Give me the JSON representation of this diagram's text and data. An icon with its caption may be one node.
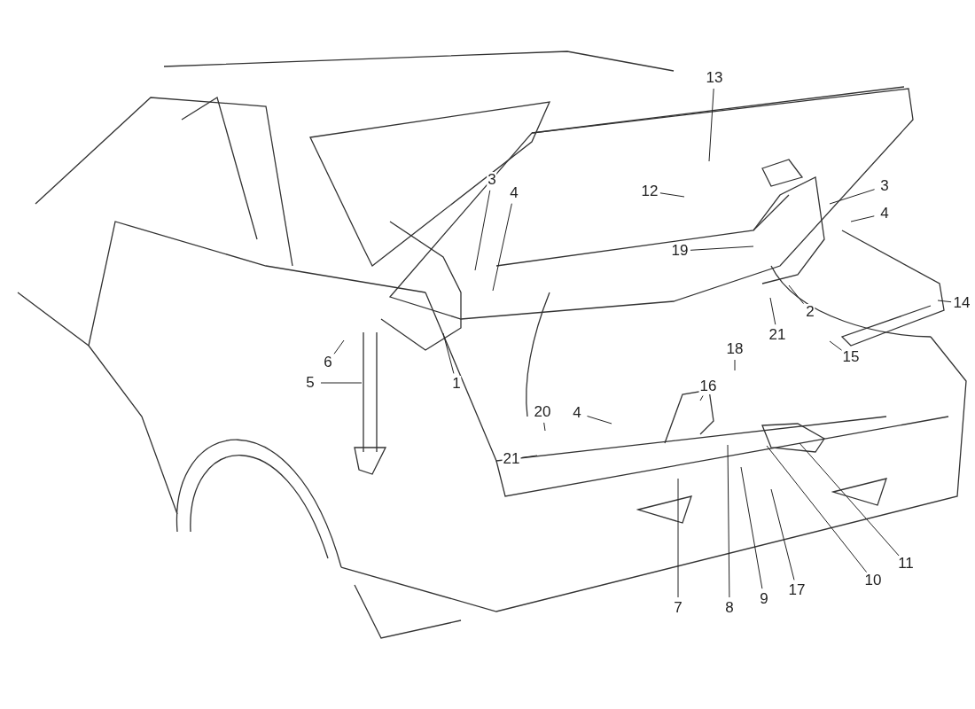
{
  "diagram": {
    "nodes": [
      {
        "text": [
          "13"
        ]
      },
      {
        "text": [
          "12"
        ]
      },
      {
        "text": [
          "3"
        ]
      },
      {
        "text": [
          "4"
        ]
      },
      {
        "text": [
          "3"
        ]
      },
      {
        "text": [
          "4"
        ]
      },
      {
        "text": [
          "19"
        ]
      },
      {
        "text": [
          "2"
        ]
      },
      {
        "text": [
          "21"
        ]
      },
      {
        "text": [
          "14"
        ]
      },
      {
        "text": [
          "6"
        ]
      },
      {
        "text": [
          "5"
        ]
      },
      {
        "text": [
          "1"
        ]
      },
      {
        "text": [
          "18"
        ]
      },
      {
        "text": [
          "16"
        ]
      },
      {
        "text": [
          "15"
        ]
      },
      {
        "text": [
          "4"
        ]
      },
      {
        "text": [
          "20"
        ]
      },
      {
        "text": [
          "21"
        ]
      },
      {
        "text": [
          "7"
        ]
      },
      {
        "text": [
          "8"
        ]
      },
      {
        "text": [
          "9"
        ]
      },
      {
        "text": [
          "17"
        ]
      },
      {
        "text": [
          "10"
        ]
      },
      {
        "text": [
          "11"
        ]
      }
    ],
    "edges": [
      {
        "from": 0,
        "to": null,
        "arrow": "none"
      },
      {
        "from": 1,
        "to": null,
        "arrow": "none"
      },
      {
        "from": 2,
        "to": null,
        "arrow": "none"
      },
      {
        "from": 3,
        "to": null,
        "arrow": "none"
      },
      {
        "from": 4,
        "to": null,
        "arrow": "none"
      },
      {
        "from": 5,
        "to": null,
        "arrow": "none"
      },
      {
        "from": 6,
        "to": null,
        "arrow": "none"
      },
      {
        "from": 7,
        "to": null,
        "arrow": "none"
      },
      {
        "from": 8,
        "to": null,
        "arrow": "none"
      },
      {
        "from": 9,
        "to": null,
        "arrow": "none"
      },
      {
        "from": 10,
        "to": null,
        "arrow": "none"
      },
      {
        "from": 11,
        "to": null,
        "arrow": "none"
      },
      {
        "from": 12,
        "to": null,
        "arrow": "none"
      },
      {
        "from": 13,
        "to": null,
        "arrow": "none"
      },
      {
        "from": 14,
        "to": null,
        "arrow": "none"
      },
      {
        "from": 15,
        "to": null,
        "arrow": "none"
      },
      {
        "from": 16,
        "to": null,
        "arrow": "none"
      },
      {
        "from": 17,
        "to": null,
        "arrow": "none"
      },
      {
        "from": 18,
        "to": null,
        "arrow": "none"
      },
      {
        "from": 19,
        "to": null,
        "arrow": "none"
      },
      {
        "from": 20,
        "to": null,
        "arrow": "none"
      },
      {
        "from": 21,
        "to": null,
        "arrow": "none"
      },
      {
        "from": 22,
        "to": null,
        "arrow": "none"
      },
      {
        "from": 23,
        "to": null,
        "arrow": "none"
      },
      {
        "from": 24,
        "to": null,
        "arrow": "none"
      }
    ]
  }
}
